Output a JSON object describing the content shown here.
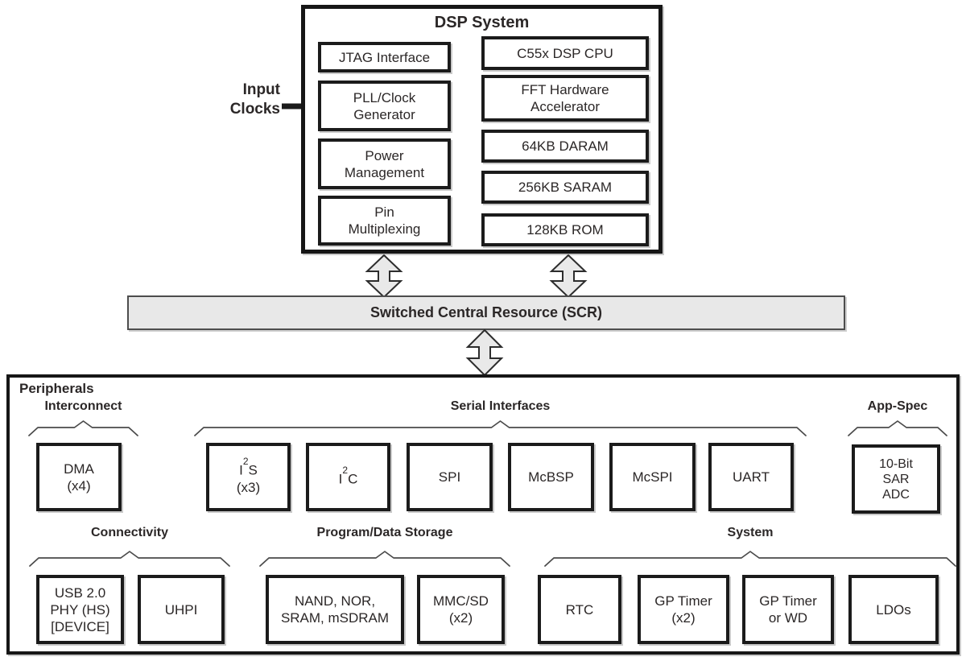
{
  "colors": {
    "box_fill": "#ffffff",
    "gray_fill": "#e8e8e8",
    "border": "#1b1b1b",
    "text": "#2b2727"
  },
  "input_clocks": {
    "label": "Input\nClocks"
  },
  "dsp_system": {
    "title": "DSP System",
    "left_column": [
      {
        "label": "JTAG Interface"
      },
      {
        "label": "PLL/Clock\nGenerator"
      },
      {
        "label": "Power\nManagement"
      },
      {
        "label": "Pin\nMultiplexing"
      }
    ],
    "right_column": [
      {
        "label": "C55x DSP CPU"
      },
      {
        "label": "FFT Hardware\nAccelerator"
      },
      {
        "label": "64KB DARAM"
      },
      {
        "label": "256KB SARAM"
      },
      {
        "label": "128KB ROM"
      }
    ]
  },
  "scr": {
    "label": "Switched Central Resource (SCR)"
  },
  "peripherals": {
    "title": "Peripherals",
    "groups": {
      "interconnect": {
        "label": "Interconnect",
        "items": [
          {
            "label": "DMA\n(x4)"
          }
        ]
      },
      "serial": {
        "label": "Serial Interfaces",
        "items": [
          {
            "pre": "I",
            "sup": "2",
            "post": "S",
            "line2": "(x3)"
          },
          {
            "pre": "I",
            "sup": "2",
            "post": "C"
          },
          {
            "label": "SPI"
          },
          {
            "label": "McBSP"
          },
          {
            "label": "McSPI"
          },
          {
            "label": "UART"
          }
        ]
      },
      "app_spec": {
        "label": "App-Spec",
        "items": [
          {
            "label": "10-Bit\nSAR\nADC"
          }
        ]
      },
      "connectivity": {
        "label": "Connectivity",
        "items": [
          {
            "label": "USB 2.0\nPHY (HS)\n[DEVICE]"
          },
          {
            "label": "UHPI"
          }
        ]
      },
      "storage": {
        "label": "Program/Data Storage",
        "items": [
          {
            "label": "NAND, NOR,\nSRAM, mSDRAM"
          },
          {
            "label": "MMC/SD\n(x2)"
          }
        ]
      },
      "system": {
        "label": "System",
        "items": [
          {
            "label": "RTC"
          },
          {
            "label": "GP Timer\n(x2)"
          },
          {
            "label": "GP Timer\nor WD"
          },
          {
            "label": "LDOs"
          }
        ]
      }
    }
  }
}
